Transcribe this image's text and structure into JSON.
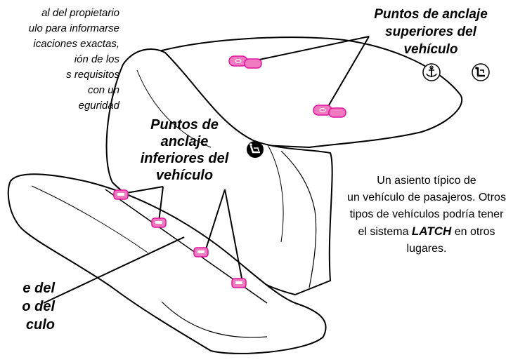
{
  "intro_lines": [
    "al del propietario",
    "ulo para informarse",
    "icaciones exactas,",
    "ión de los",
    "s requisitos",
    "con un",
    "eguridad"
  ],
  "upper_anchors_label": [
    "Puntos de anclaje",
    "superiores del",
    "vehículo"
  ],
  "lower_anchors_label": [
    "Puntos de",
    "anclaje",
    "inferiores del",
    "vehículo"
  ],
  "belt_label": [
    "e del",
    "o del",
    "culo"
  ],
  "caption": {
    "lines": [
      "Un asiento típico de",
      "un vehículo de pasajeros. Otros",
      "tipos de vehículos podría tener"
    ],
    "latch_prefix": "el sistema ",
    "latch_word": "LATCH",
    "latch_suffix": " en otros",
    "last_line": "lugares."
  },
  "icons": [
    "upper-tether-anchor-icon",
    "child-seat-tether-icon",
    "lower-anchor-child-seat-icon"
  ],
  "colors": {
    "anchor_fill": "#f07ac0",
    "anchor_stroke": "#e0139a",
    "line": "#000000"
  }
}
